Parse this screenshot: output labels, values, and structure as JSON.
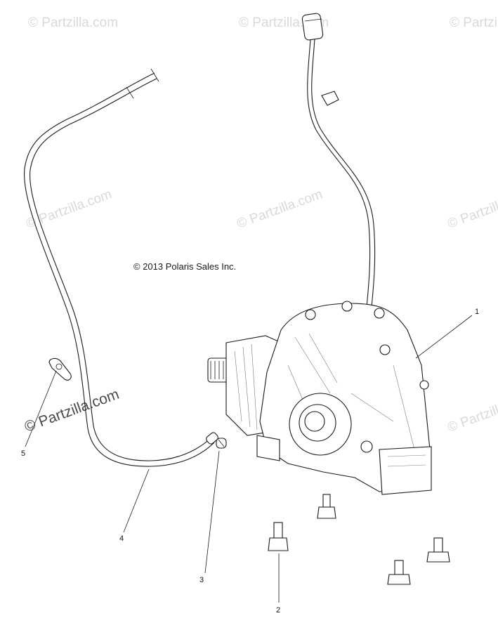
{
  "watermark": {
    "text": "© Partzilla.com",
    "bold_text": "© Partzilla.com"
  },
  "copyright": "© 2013 Polaris Sales Inc.",
  "callouts": [
    "1",
    "2",
    "3",
    "4",
    "5"
  ],
  "colors": {
    "line": "#1a1a1a",
    "watermark": "#d9d9d9",
    "background": "#ffffff"
  }
}
